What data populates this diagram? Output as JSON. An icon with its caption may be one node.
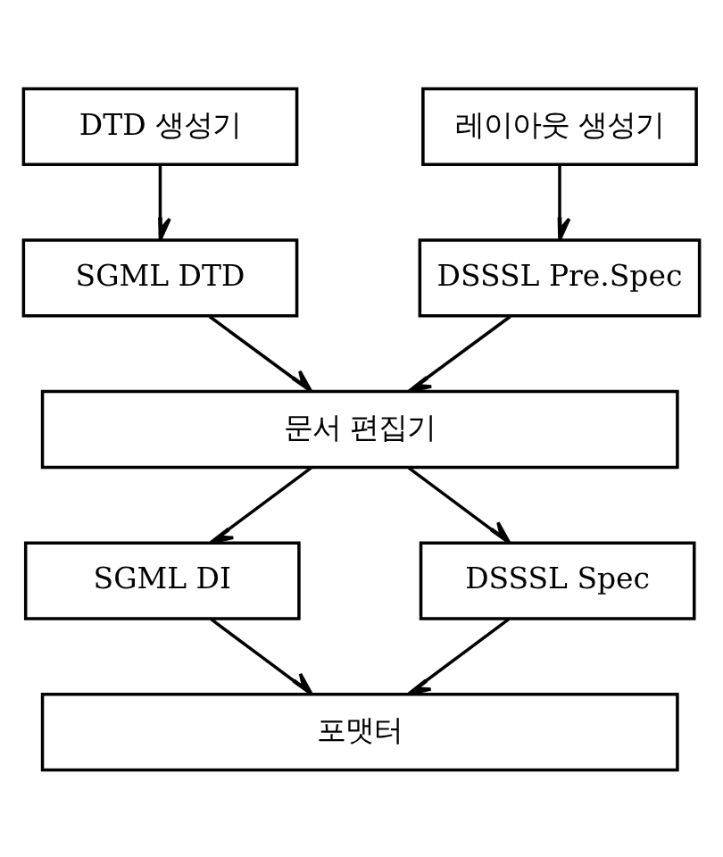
{
  "diagram": {
    "nodes": [
      {
        "text": [
          "DTD 생성기"
        ]
      },
      {
        "text": [
          "레이아웃 생성기"
        ]
      },
      {
        "text": [
          "SGML DTD"
        ]
      },
      {
        "text": [
          "DSSSL Pre.Spec"
        ]
      },
      {
        "text": [
          "문서 편집기"
        ]
      },
      {
        "text": [
          "SGML DI"
        ]
      },
      {
        "text": [
          "DSSSL Spec"
        ]
      },
      {
        "text": [
          "포맷터"
        ]
      }
    ],
    "edges": [
      {
        "from": 0,
        "to": 2,
        "arrow": "to"
      },
      {
        "from": 1,
        "to": 3,
        "arrow": "to"
      },
      {
        "from": 2,
        "to": 4,
        "arrow": "to"
      },
      {
        "from": 3,
        "to": 4,
        "arrow": "to"
      },
      {
        "from": 4,
        "to": 5,
        "arrow": "to"
      },
      {
        "from": 4,
        "to": 6,
        "arrow": "to"
      },
      {
        "from": 5,
        "to": 7,
        "arrow": "to"
      },
      {
        "from": 6,
        "to": 7,
        "arrow": "to"
      }
    ]
  }
}
